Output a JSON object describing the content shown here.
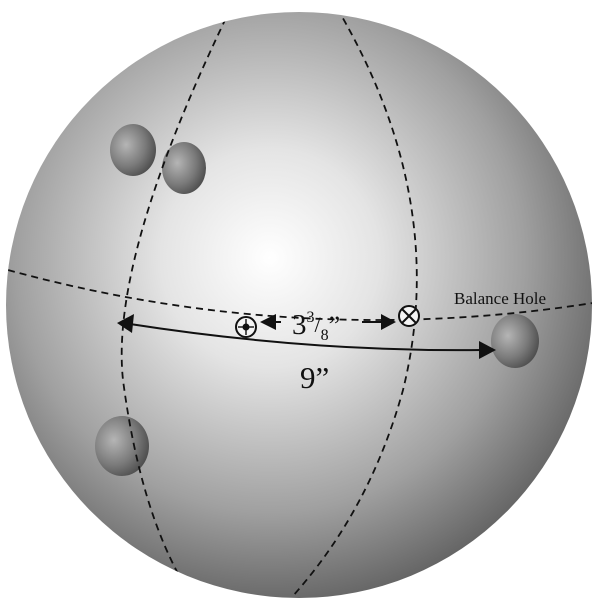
{
  "labels": {
    "balance_hole": "Balance Hole",
    "distance_small_whole": "3",
    "distance_small_num": "3",
    "distance_small_den": "8",
    "distance_small_unit": "”",
    "distance_large": "9”"
  },
  "colors": {
    "ball_center": "#ffffff",
    "ball_edge": "#5a5a5a",
    "ink": "#111111"
  },
  "icons": {
    "pin_marker": "circled-dot-icon",
    "cg_marker": "circled-x-icon"
  }
}
